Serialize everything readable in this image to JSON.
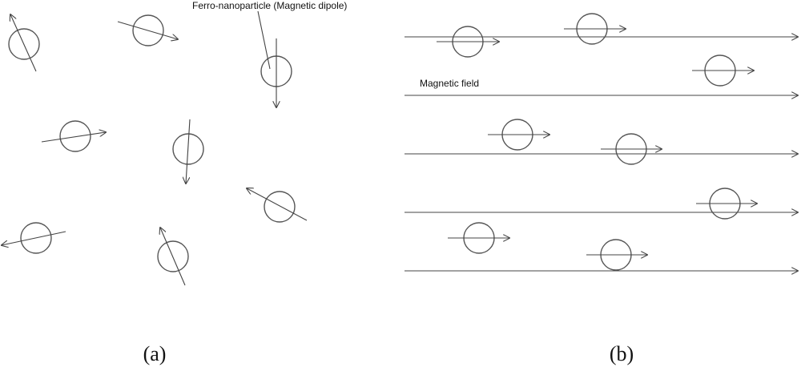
{
  "annotations": {
    "nanoparticle_label": "Ferro-nanoparticle (Magnetic dipole)",
    "field_label": "Magnetic field"
  },
  "panels": {
    "a": {
      "label": "(a)"
    },
    "b": {
      "label": "(b)"
    }
  },
  "colors": {
    "stroke": "#444444",
    "background": "#ffffff"
  }
}
